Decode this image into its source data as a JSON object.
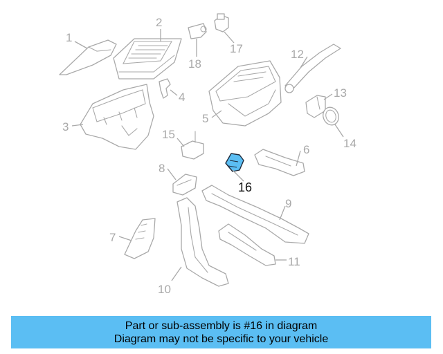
{
  "diagram": {
    "callouts": [
      "1",
      "2",
      "3",
      "4",
      "5",
      "6",
      "7",
      "8",
      "9",
      "10",
      "11",
      "12",
      "13",
      "14",
      "15",
      "16",
      "17",
      "18"
    ],
    "highlighted_part": "16",
    "highlight_color": "#5bbef3",
    "part_line_color": "#a9a9a9"
  },
  "banner": {
    "line1": "Part or sub-assembly is #16 in diagram",
    "line2": "Diagram may not be specific to your vehicle",
    "color": "#5bbef3"
  }
}
